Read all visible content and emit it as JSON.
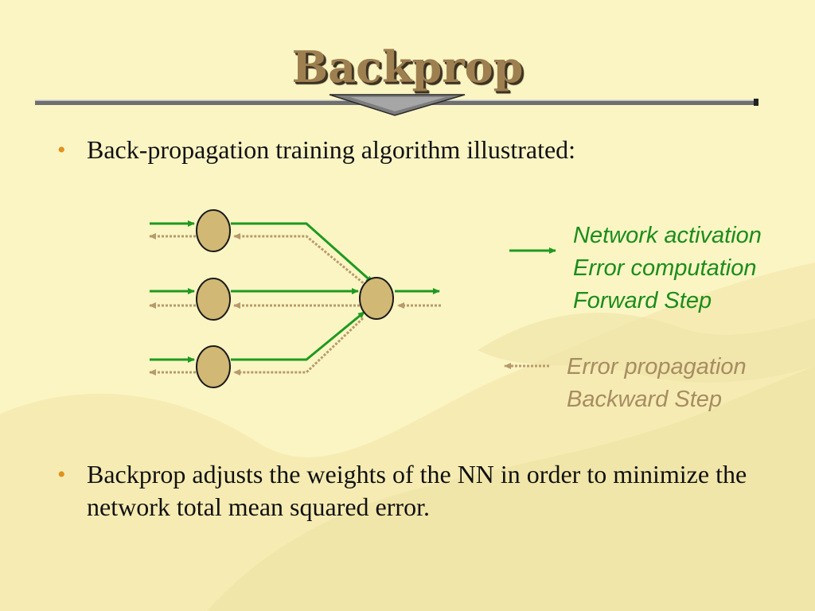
{
  "slide": {
    "title": "Backprop",
    "bullets": [
      "Back-propagation training algorithm illustrated:",
      "Backprop adjusts the weights of the NN in order to minimize the network total mean squared error."
    ],
    "bullet_marker": "•"
  },
  "legend": {
    "forward_lines": [
      "Network activation",
      "Error computation",
      "Forward Step"
    ],
    "backward_lines": [
      "Error propagation",
      "Backward Step"
    ]
  },
  "colors": {
    "background": "#fbf5c4",
    "forward_arrow": "#1f9a1f",
    "backward_arrow": "#b89a6c",
    "node_fill": "#d1b874",
    "bullet": "#e0921c"
  }
}
